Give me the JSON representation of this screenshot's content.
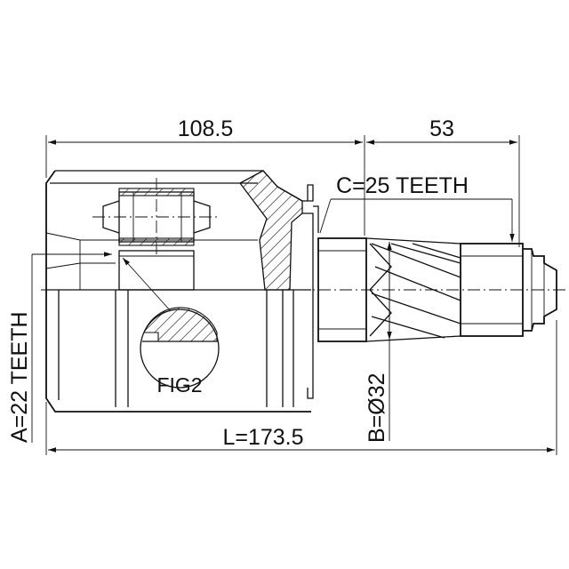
{
  "dimensions": {
    "top_left": "108.5",
    "top_right": "53",
    "spline_c": "C=25 TEETH",
    "overall_length": "L=173.5",
    "spline_a": "A=22 TEETH",
    "diameter_b": "B=Ø32"
  },
  "callout": {
    "fig_label": "FIG2"
  },
  "colors": {
    "line": "#111111",
    "background": "#ffffff"
  }
}
